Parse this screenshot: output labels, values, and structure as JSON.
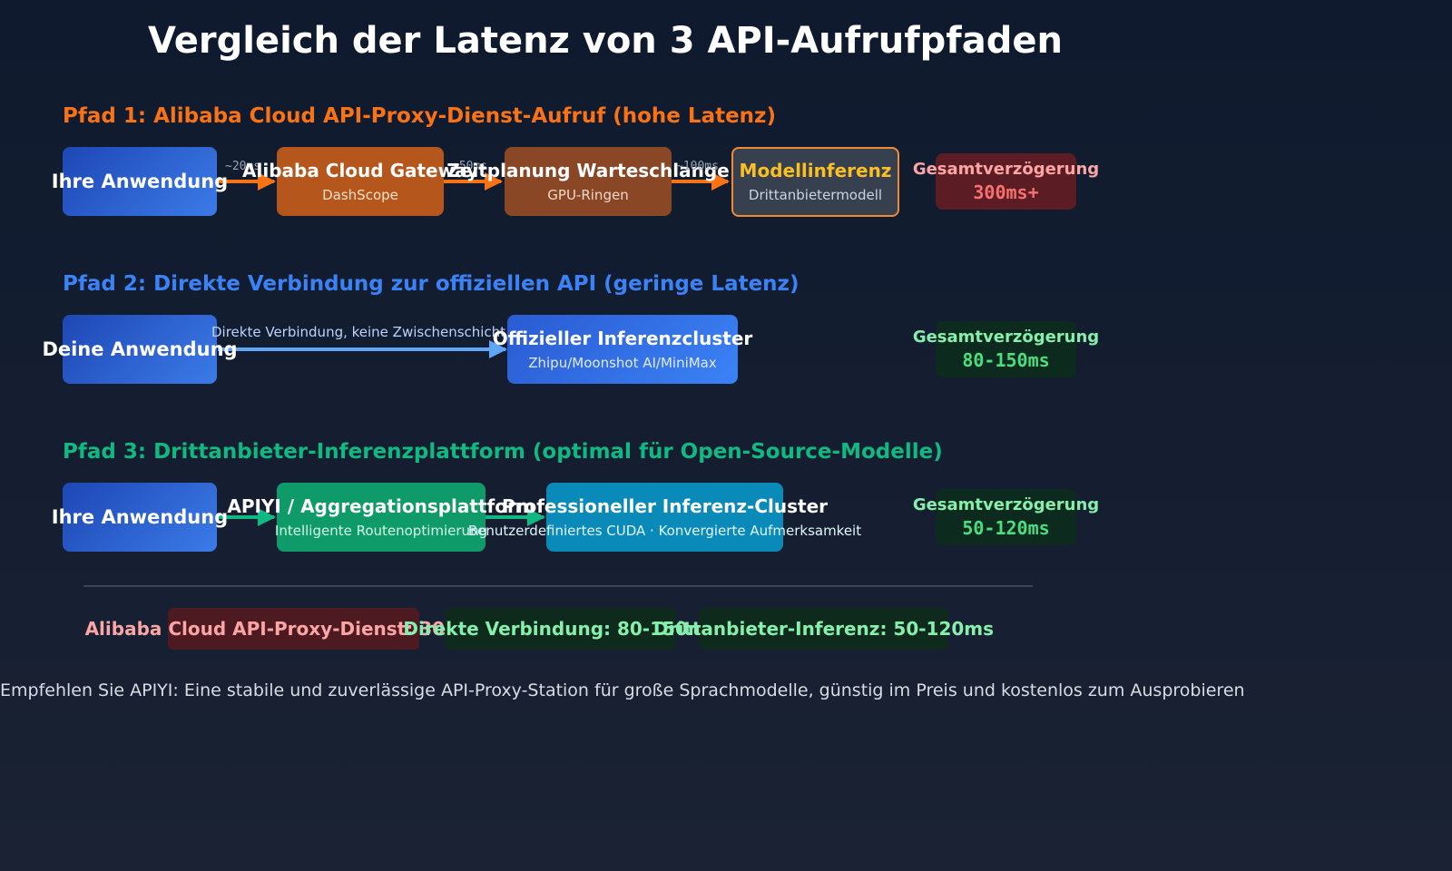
{
  "title": "Vergleich der Latenz von 3 API-Aufrufpfaden",
  "colors": {
    "path1": "#f97316",
    "path2": "#3b82f6",
    "path3": "#10b981"
  },
  "path1": {
    "heading": "Pfad 1: Alibaba Cloud API-Proxy-Dienst-Aufruf (hohe Latenz)",
    "app": "Ihre Anwendung",
    "gateway": {
      "title": "Alibaba Cloud Gateway",
      "sub": "DashScope"
    },
    "queue": {
      "title": "Zeitplanung Warteschlange",
      "sub": "GPU-Ringen"
    },
    "model": {
      "title": "Modellinferenz",
      "sub": "Drittanbietermodell"
    },
    "hop1": "~20ms",
    "hop2": "~50ms",
    "hop3": "~100ms",
    "total_label": "Gesamtverzögerung",
    "total_value": "300ms+"
  },
  "path2": {
    "heading": "Pfad 2: Direkte Verbindung zur offiziellen API (geringe Latenz)",
    "app": "Deine Anwendung",
    "edge_label": "Direkte Verbindung, keine Zwischenschicht",
    "official": {
      "title": "Offizieller Inferenzcluster",
      "sub": "Zhipu/Moonshot AI/MiniMax"
    },
    "total_label": "Gesamtverzögerung",
    "total_value": "80-150ms"
  },
  "path3": {
    "heading": "Pfad 3: Drittanbieter-Inferenzplattform (optimal für Open-Source-Modelle)",
    "app": "Ihre Anwendung",
    "apiyi": {
      "title": "APIYI / Aggregationsplattform",
      "sub": "Intelligente Routenoptimierung"
    },
    "cluster": {
      "title": "Professioneller Inferenz-Cluster",
      "sub": "Benutzerdefiniertes CUDA · Konvergierte Aufmerksamkeit"
    },
    "total_label": "Gesamtverzögerung",
    "total_value": "50-120ms"
  },
  "summary": {
    "alibaba": "Alibaba Cloud API-Proxy-Dienst: 300ms+",
    "direct": "Direkte Verbindung: 80-150ms",
    "thirdparty": "Drittanbieter-Inferenz: 50-120ms"
  },
  "footer": "Empfehlen Sie APIYI: Eine stabile und zuverlässige API-Proxy-Station für große Sprachmodelle, günstig im Preis und kostenlos zum Ausprobieren"
}
